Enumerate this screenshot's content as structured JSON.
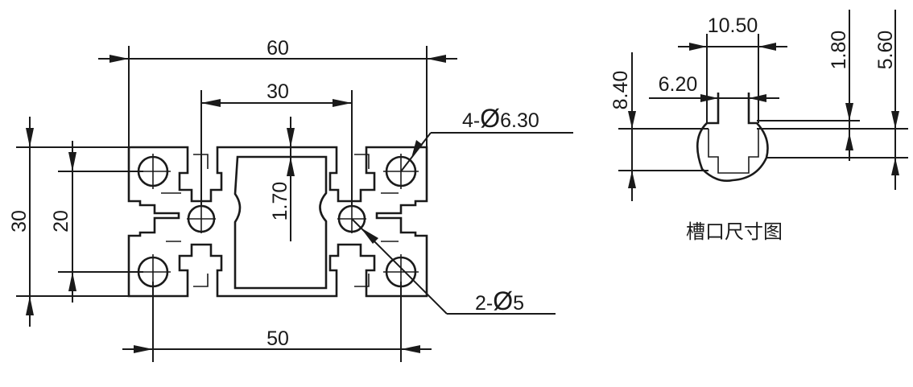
{
  "main_view": {
    "dim_overall_width": "60",
    "dim_inner_width": "30",
    "dim_hole_spacing_horizontal": "50",
    "dim_overall_height": "30",
    "dim_hole_spacing_vertical": "20",
    "dim_wall_thickness": "1.70",
    "callout_corner_holes": {
      "count": "4-",
      "symbol": "Ø",
      "value": "6.30"
    },
    "callout_center_holes": {
      "count": "2-",
      "symbol": "Ø",
      "value": "5"
    }
  },
  "slot_view": {
    "dim_slot_outer_width": "10.50",
    "dim_slot_opening": "6.20",
    "dim_slot_depth": "8.40",
    "dim_lip_thickness": "1.80",
    "dim_groove_height": "5.60",
    "caption": "槽口尺寸图"
  }
}
